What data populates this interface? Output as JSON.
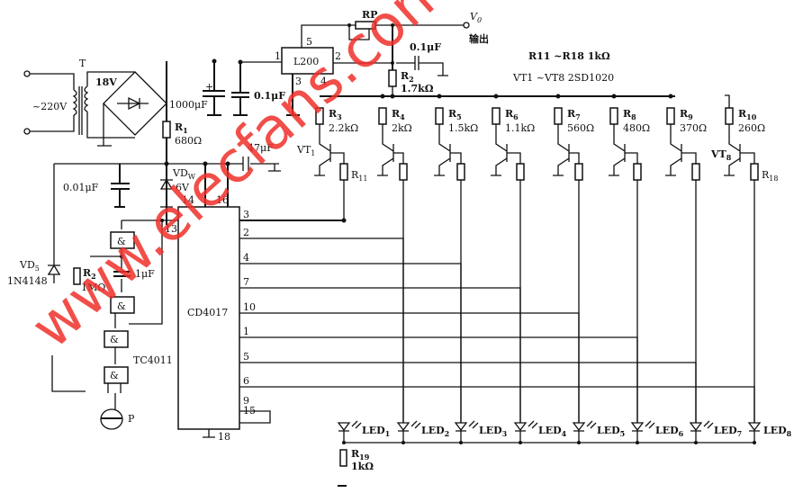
{
  "power": {
    "input": "~220V",
    "transformer": "T",
    "secondary": "18V",
    "c_filter": "1000μF",
    "r1": "R",
    "r1_sub": "1",
    "r1_val": "680Ω",
    "c1": "0.1μF",
    "regulator": "L200",
    "pins": {
      "p1": "1",
      "p2": "2",
      "p3": "3",
      "p4": "4",
      "p5": "5"
    },
    "rp": "RP",
    "vo": "V",
    "vo_sub": "0",
    "output": "输出",
    "c2": "0.1μF",
    "r2": "R",
    "r2_sub": "2",
    "r2_val": "1.7kΩ"
  },
  "notes": {
    "n1": "R11 ~R18  1kΩ",
    "n2": "VT1 ~VT8  2SD1020"
  },
  "resistors": [
    {
      "name": "R",
      "sub": "3",
      "val": "2.2kΩ"
    },
    {
      "name": "R",
      "sub": "4",
      "val": "2kΩ"
    },
    {
      "name": "R",
      "sub": "5",
      "val": "1.5kΩ"
    },
    {
      "name": "R",
      "sub": "6",
      "val": "1.1kΩ"
    },
    {
      "name": "R",
      "sub": "7",
      "val": "560Ω"
    },
    {
      "name": "R",
      "sub": "8",
      "val": "480Ω"
    },
    {
      "name": "R",
      "sub": "9",
      "val": "370Ω"
    },
    {
      "name": "R",
      "sub": "10",
      "val": "260Ω"
    }
  ],
  "transistors": {
    "vt1": "VT",
    "vt1_sub": "1",
    "vt8": "VT",
    "vt8_sub": "8",
    "r11": "R",
    "r11_sub": "11",
    "r18": "R",
    "r18_sub": "18"
  },
  "left": {
    "c3": "0.01μF",
    "vdw": "VD",
    "vdw_sub": "W",
    "vdw_val": "6V",
    "c4": "47μF",
    "vd5": "VD",
    "vd5_sub": "5",
    "vd5_val": "1N4148",
    "r2b": "R",
    "r2b_sub": "2",
    "r2b_val": "1MΩ",
    "c5": "1μF",
    "gate": "&",
    "gate_ic": "TC4011",
    "mic": "P"
  },
  "counter": {
    "name": "CD4017",
    "top_pins": [
      "14",
      "16"
    ],
    "left_pin": "13",
    "bottom_pin": "18",
    "right_pins": [
      "3",
      "2",
      "4",
      "7",
      "10",
      "1",
      "5",
      "6",
      "9",
      "15"
    ]
  },
  "leds": [
    {
      "name": "LED",
      "sub": "1"
    },
    {
      "name": "LED",
      "sub": "2"
    },
    {
      "name": "LED",
      "sub": "3"
    },
    {
      "name": "LED",
      "sub": "4"
    },
    {
      "name": "LED",
      "sub": "5"
    },
    {
      "name": "LED",
      "sub": "6"
    },
    {
      "name": "LED",
      "sub": "7"
    },
    {
      "name": "LED",
      "sub": "8"
    }
  ],
  "r19": {
    "name": "R",
    "sub": "19",
    "val": "1kΩ"
  },
  "watermark": "www.elecfans.com",
  "colors": {
    "watermark": "#f0302a",
    "ink": "#111111"
  }
}
